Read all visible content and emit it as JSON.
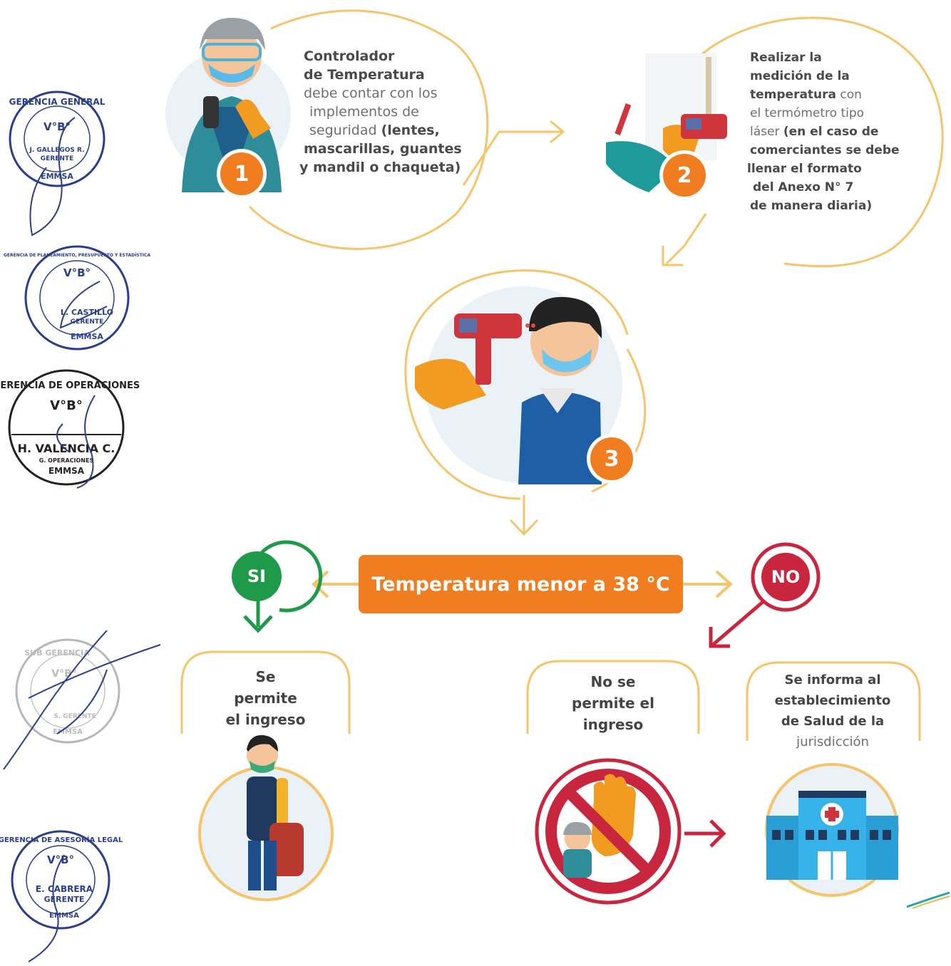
{
  "steps": [
    {
      "number": "1",
      "lines": [
        {
          "bold": "Controlador",
          "normal": ""
        },
        {
          "bold": "de Temperatura",
          "normal": ""
        },
        {
          "bold": "",
          "normal": "debe contar con los"
        },
        {
          "bold": "",
          "normal": "implementos de"
        },
        {
          "bold": "(lentes,",
          "normal": "seguridad "
        },
        {
          "bold": "mascarillas, guantes",
          "normal": ""
        },
        {
          "bold": "y mandil o chaqueta)",
          "normal": ""
        }
      ]
    },
    {
      "number": "2",
      "lines": [
        {
          "bold": "Realizar la",
          "normal": ""
        },
        {
          "bold": "medición de la",
          "normal": ""
        },
        {
          "bold": "temperatura",
          "normal": " con"
        },
        {
          "bold": "",
          "normal": "el termómetro tipo"
        },
        {
          "bold": "(en el caso de",
          "normal": "láser "
        },
        {
          "bold": "comerciantes se debe",
          "normal": ""
        },
        {
          "bold": "llenar el formato",
          "normal": ""
        },
        {
          "bold": "del Anexo N° 7",
          "normal": ""
        },
        {
          "bold": "de manera diaria)",
          "normal": ""
        }
      ]
    },
    {
      "number": "3"
    }
  ],
  "decision": {
    "label": "Temperatura menor a 38 °C",
    "yes": "SI",
    "no": "NO"
  },
  "outcomes": {
    "yes": {
      "lines": [
        "Se",
        "permite",
        "el ingreso"
      ]
    },
    "no_entry": {
      "lines": [
        "No se",
        "permite el",
        "ingreso"
      ]
    },
    "inform": {
      "lines": [
        "Se informa al",
        "establecimiento",
        "de Salud de la",
        "jurisdicción"
      ]
    }
  },
  "stamps": [
    {
      "top": "GERENCIA GENERAL",
      "vb": "V°B°",
      "name": "J. GALLEGOS R.",
      "role": "GERENTE",
      "org": "EMMSA"
    },
    {
      "top": "GERENCIA DE PLANEAMIENTO, PRESUPUESTO Y ESTADÍSTICA",
      "vb": "V°B°",
      "name": "L. CASTILLO",
      "role": "GERENTE",
      "org": "EMMSA"
    },
    {
      "top": "GERENCIA DE OPERACIONES",
      "vb": "V°B°",
      "name": "H. VALENCIA C.",
      "role": "G. OPERACIONES",
      "org": "EMMSA"
    },
    {
      "top": "SUB GERENCIA",
      "vb": "V°B°",
      "name": "",
      "role": "S. GERENTE",
      "org": "EMMSA"
    },
    {
      "top": "GERENCIA DE ASESORÍA LEGAL",
      "vb": "V°B°",
      "name": "E. CABRERA",
      "role": "GERENTE",
      "org": "EMMSA"
    }
  ],
  "colors": {
    "orange": "#f07d1f",
    "frame": "#f6c46a",
    "green": "#1f9a4a",
    "red": "#c8263e",
    "stamp_blue": "#2b3e8c"
  }
}
